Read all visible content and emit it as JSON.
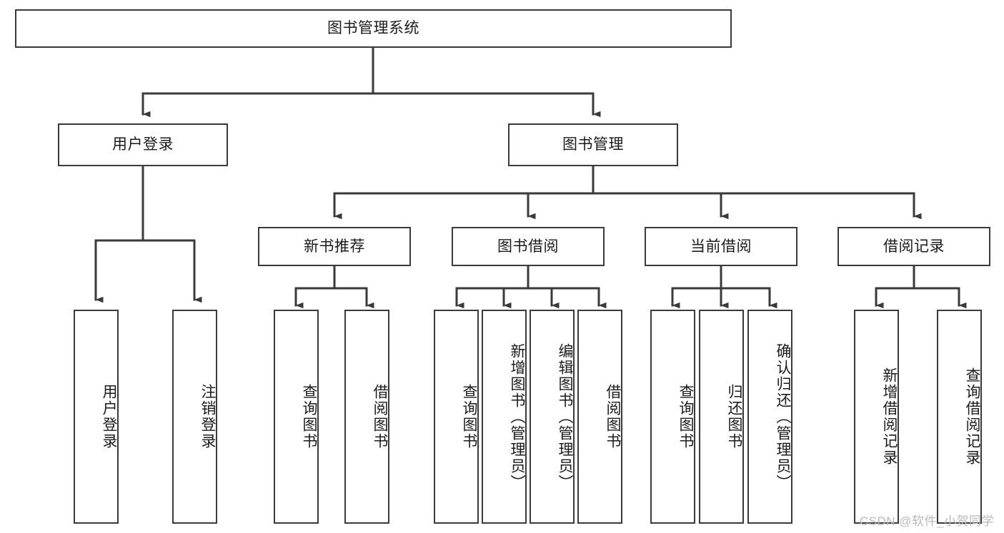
{
  "diagram": {
    "title_node": {
      "label": "图书管理系统"
    },
    "level2": [
      {
        "id": "user-login",
        "label": "用户登录"
      },
      {
        "id": "book-management",
        "label": "图书管理"
      }
    ],
    "level3": [
      {
        "id": "new-book-recommend",
        "label": "新书推荐"
      },
      {
        "id": "book-borrow",
        "label": "图书借阅"
      },
      {
        "id": "current-borrow",
        "label": "当前借阅"
      },
      {
        "id": "borrow-record",
        "label": "借阅记录"
      }
    ],
    "leaves": {
      "user_login": [
        {
          "id": "leaf-user-login",
          "label": "用户登录"
        },
        {
          "id": "leaf-logout-login",
          "label": "注销登录"
        }
      ],
      "new_book_recommend": [
        {
          "id": "leaf-query-book-1",
          "label": "查询图书"
        },
        {
          "id": "leaf-borrow-book-1",
          "label": "借阅图书"
        }
      ],
      "book_borrow": [
        {
          "id": "leaf-query-book-2",
          "label": "查询图书"
        },
        {
          "id": "leaf-add-book",
          "label": "新增图书（管理员）"
        },
        {
          "id": "leaf-edit-book",
          "label": "编辑图书（管理员）"
        },
        {
          "id": "leaf-borrow-book-2",
          "label": "借阅图书"
        }
      ],
      "current_borrow": [
        {
          "id": "leaf-query-book-3",
          "label": "查询图书"
        },
        {
          "id": "leaf-return-book",
          "label": "归还图书"
        },
        {
          "id": "leaf-confirm-return",
          "label": "确认归还（管理员）"
        }
      ],
      "borrow_record": [
        {
          "id": "leaf-add-record",
          "label": "新增借阅记录"
        },
        {
          "id": "leaf-query-record",
          "label": "查询借阅记录"
        }
      ]
    }
  },
  "watermark": {
    "text": "CSDN @软件_小贺同学"
  },
  "colors": {
    "border": "#3a3a3a",
    "text": "#1b1b1b",
    "background": "#ffffff",
    "watermark": "#b9b9b9"
  }
}
